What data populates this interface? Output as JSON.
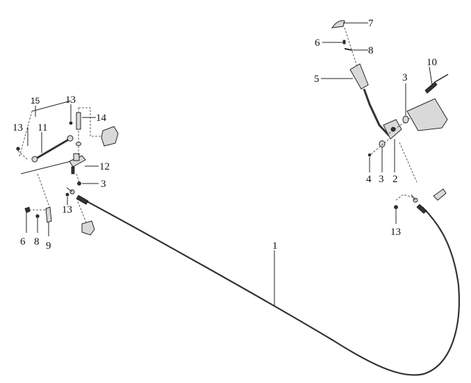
{
  "labels": {
    "p1": "1",
    "p2": "2",
    "p3a": "3",
    "p3b": "3",
    "p3c": "3",
    "p4": "4",
    "p5": "5",
    "p6a": "6",
    "p6b": "6",
    "p7": "7",
    "p8a": "8",
    "p8b": "8",
    "p9": "9",
    "p10": "10",
    "p11": "11",
    "p12": "12",
    "p13a": "13",
    "p13b": "13",
    "p13c": "13",
    "p13d": "13",
    "p14": "14",
    "p15": "15"
  }
}
